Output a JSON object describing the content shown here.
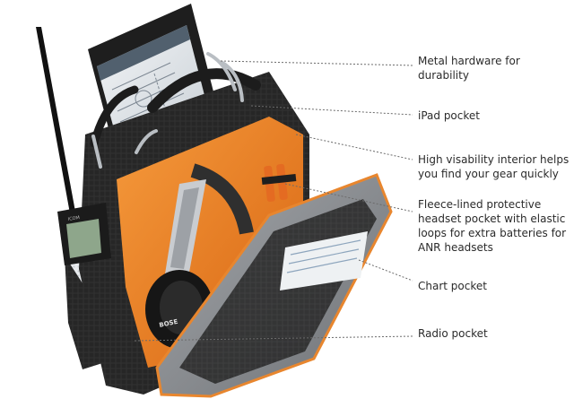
{
  "callouts": [
    {
      "id": "metal-hardware",
      "text": "Metal hardware for\ndurability"
    },
    {
      "id": "ipad-pocket",
      "text": "iPad pocket"
    },
    {
      "id": "interior",
      "text": "High visability interior helps\nyou find your gear quickly"
    },
    {
      "id": "headset-pocket",
      "text": "Fleece-lined protective\nheadset pocket with elastic\nloops for extra batteries for\nANR headsets"
    },
    {
      "id": "chart-pocket",
      "text": "Chart pocket"
    },
    {
      "id": "radio-pocket",
      "text": "Radio pocket"
    }
  ],
  "brand_marks": {
    "headset": "BOSE",
    "radio": "ICOM"
  },
  "colors": {
    "interior": "#ef7b1e",
    "body": "#2a2a2a",
    "panel": "#8c8f93",
    "piping": "#e8862e",
    "mesh": "#e9ebee"
  }
}
